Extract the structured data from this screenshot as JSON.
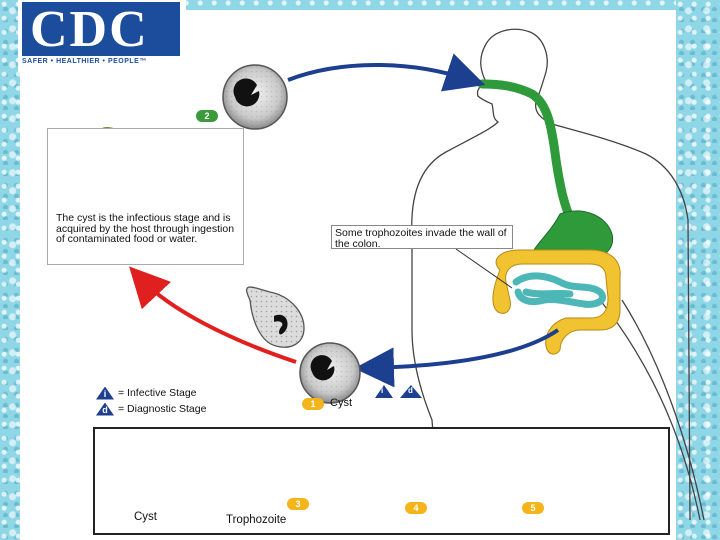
{
  "logo": {
    "text": "CDC",
    "tagline": "SAFER • HEALTHIER • PEOPLE™"
  },
  "fruit_box": {
    "caption": "The cyst is the infectious stage and is acquired by the host through ingestion of contaminated food or water."
  },
  "callout": {
    "text": "Some trophozoites invade the wall of the colon."
  },
  "legend": {
    "infective": {
      "symbol": "i",
      "label": "= Infective Stage"
    },
    "diagnostic": {
      "symbol": "d",
      "label": "= Diagnostic Stage"
    }
  },
  "steps": {
    "s1": {
      "number": "1",
      "label": "Cyst"
    },
    "s2": {
      "number": "2"
    },
    "s3": {
      "number": "3"
    },
    "s4": {
      "number": "4"
    },
    "s5": {
      "number": "5"
    }
  },
  "exit_badges": {
    "i": "i",
    "d": "d"
  },
  "cycle": {
    "cyst_label": "Cyst",
    "trophozoite_label": "Trophozoite"
  },
  "colors": {
    "arrow_blue": "#1c3f8f",
    "arrow_red": "#e0201e",
    "digestive_green": "#2f9a3a",
    "colon_yellow": "#f2c331",
    "small_intestine_teal": "#4db6b6",
    "cdc_blue": "#1c4d9c"
  }
}
